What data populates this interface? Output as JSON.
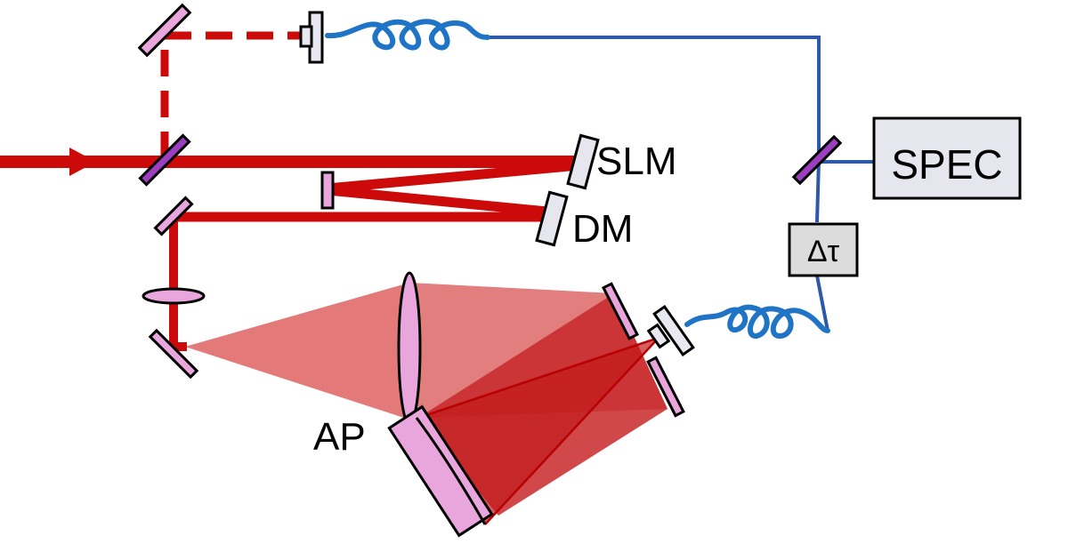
{
  "labels": {
    "slm": "SLM",
    "dm": "DM",
    "ap": "AP",
    "spec": "SPEC",
    "delay": "Δτ"
  },
  "colors": {
    "beam": "#cc0a0a",
    "beam_fill_light": "#e06060",
    "beam_fill_dark": "#c41414",
    "fiber_coil": "#1f74c6",
    "fiber_line": "#2c5aa8",
    "mirror": "#e9a6dc",
    "beamsplitter": "#9b3fc0",
    "box": "#e6e6ef",
    "delay_box": "#dcdcdc"
  }
}
